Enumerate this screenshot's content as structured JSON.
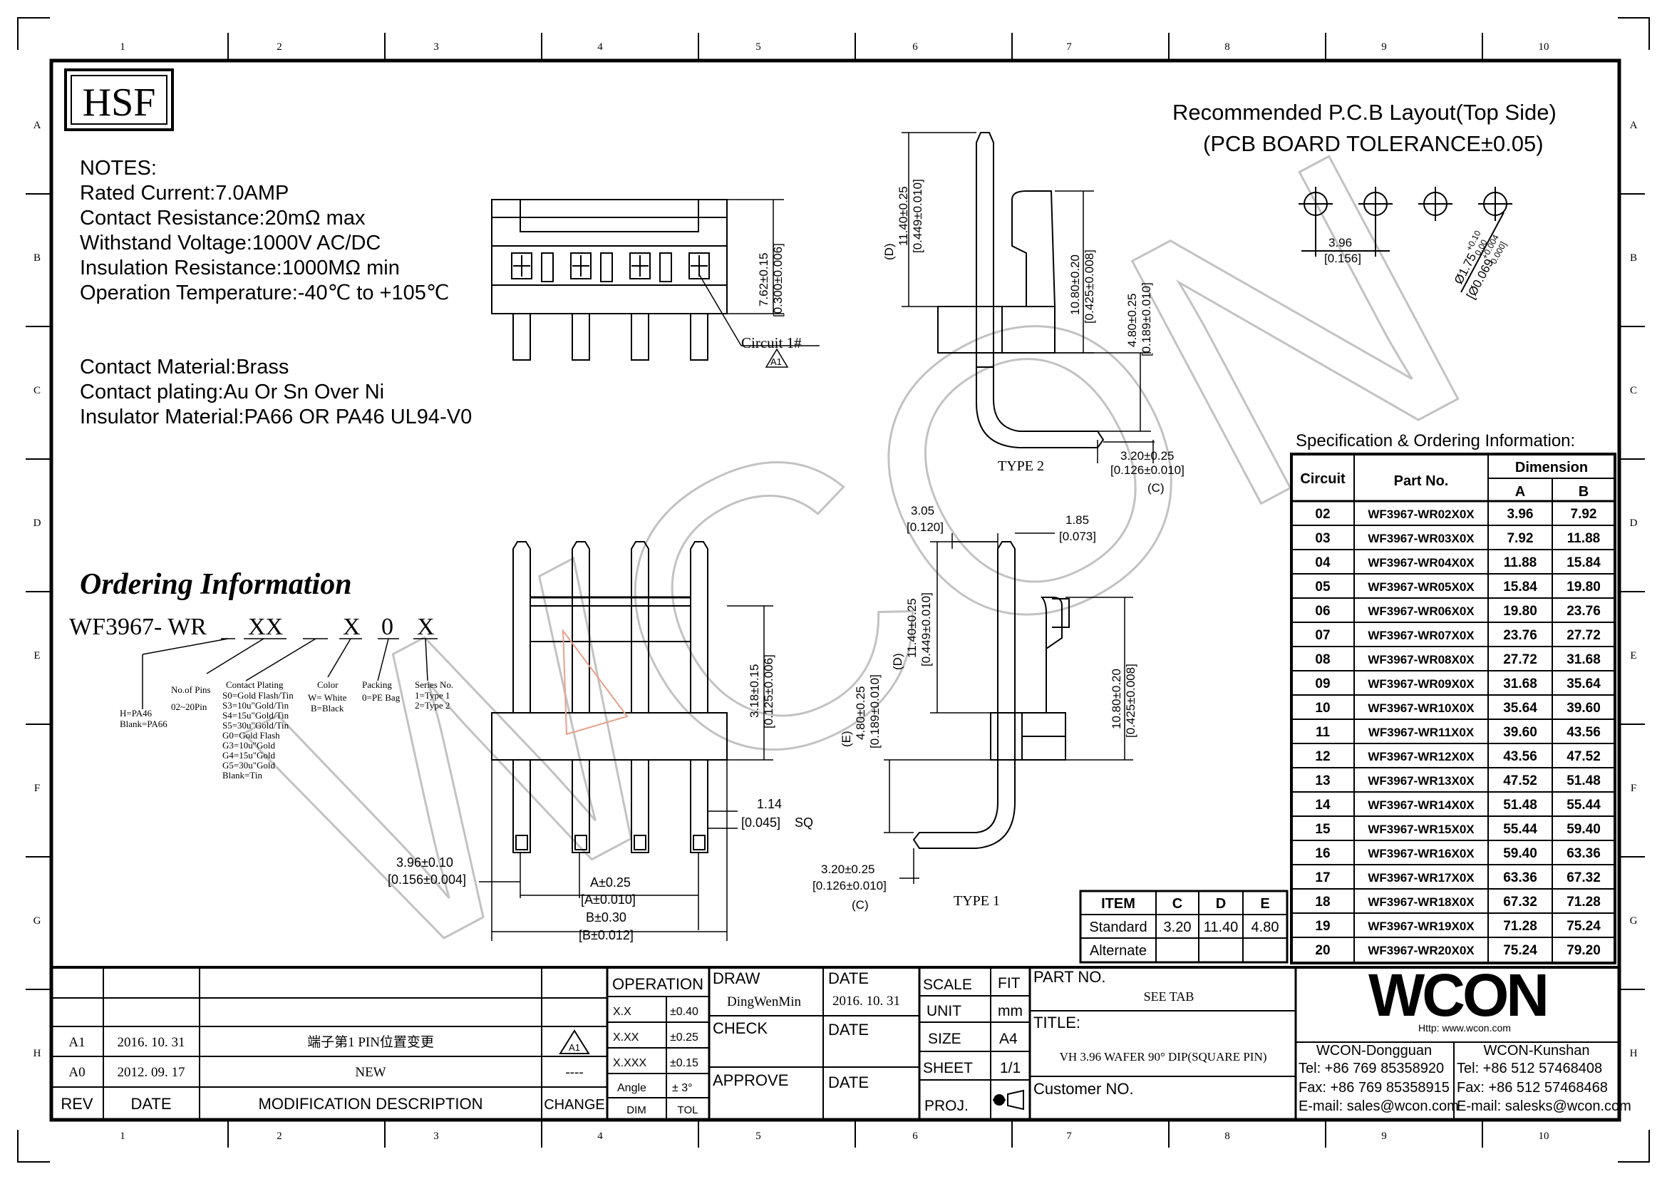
{
  "border": {
    "cols": [
      "1",
      "2",
      "3",
      "4",
      "5",
      "6",
      "7",
      "8",
      "9",
      "10"
    ],
    "rows": [
      "A",
      "B",
      "C",
      "D",
      "E",
      "F",
      "G",
      "H"
    ]
  },
  "logo": "HSF",
  "notes": {
    "heading": "NOTES:",
    "lines": [
      "Rated Current:7.0AMP",
      "Contact Resistance:20mΩ max",
      "Withstand Voltage:1000V AC/DC",
      "Insulation Resistance:1000MΩ min",
      "Operation Temperature:-40℃ to +105℃"
    ],
    "materials": [
      "Contact Material:Brass",
      "Contact plating:Au Or Sn Over Ni",
      "Insulator Material:PA66 OR PA46 UL94-V0"
    ]
  },
  "pcb_layout": {
    "title1": "Recommended P.C.B Layout(Top Side)",
    "title2": "(PCB BOARD TOLERANCE±0.05)",
    "pitch": "3.96",
    "pitch_in": "[0.156]",
    "hole": "Ø1.75",
    "hole_tol_p": "+0.10",
    "hole_tol_m": "0.00",
    "hole_in": "[Ø0.069",
    "hole_in_tol_p": "+0.004",
    "hole_in_tol_m": "0.000]"
  },
  "top_view": {
    "dim1": "7.62±0.15",
    "dim1_in": "[0.300±0.006]",
    "circuit_label": "Circuit 1#",
    "rev_mark": "A1"
  },
  "side_view_2": {
    "d_label": "(D)",
    "d_dim": "11.40±0.25",
    "d_dim_in": "[0.449±0.010]",
    "h_dim": "10.80±0.20",
    "h_dim_in": "[0.425±0.008]",
    "e_dim": "4.80±0.25",
    "e_dim_in": "[0.189±0.010]",
    "c_dim": "3.20±0.25",
    "c_dim_in": "[0.126±0.010]",
    "c_label": "(C)",
    "type_label": "TYPE 2"
  },
  "side_view_1": {
    "w_dim": "3.05",
    "w_dim_in": "[0.120]",
    "t_dim": "1.85",
    "t_dim_in": "[0.073]",
    "d_label": "(D)",
    "d_dim": "11.40±0.25",
    "d_dim_in": "[0.449±0.010]",
    "e_label": "(E)",
    "e_dim": "4.80±0.25",
    "e_dim_in": "[0.189±0.010]",
    "h_dim": "10.80±0.20",
    "h_dim_in": "[0.425±0.008]",
    "c_dim": "3.20±0.25",
    "c_dim_in": "[0.126±0.010]",
    "c_label": "(C)",
    "type_label": "TYPE 1"
  },
  "front_view": {
    "h_dim": "3.18±0.15",
    "h_dim_in": "[0.125±0.006]",
    "sq_dim": "1.14",
    "sq_dim_in": "[0.045]",
    "sq_unit": "SQ",
    "pitch_dim": "3.96±0.10",
    "pitch_dim_in": "[0.156±0.004]",
    "a_dim": "A±0.25",
    "a_dim_in": "[A±0.010]",
    "b_dim": "B±0.30",
    "b_dim_in": "[B±0.012]"
  },
  "ordering": {
    "title": "Ordering Information",
    "pn_prefix": "WF3967- WR",
    "pn_xx": "XX",
    "pn_x1": "X",
    "pn_0": "0",
    "pn_x2": "X",
    "h_lines": [
      "H=PA46",
      "Blank=PA66"
    ],
    "pins_lines": [
      "No.of Pins",
      "02~20Pin"
    ],
    "plating_lines": [
      "Contact Plating",
      "S0=Gold Flash/Tin",
      "S3=10u\"Gold/Tin",
      "S4=15u\"Gold/Tin",
      "S5=30u\"Gold/Tin",
      "G0=Gold Flash",
      "G3=10u\"Gold",
      "G4=15u\"Gold",
      "G5=30u\"Gold",
      "Blank=Tin"
    ],
    "color_lines": [
      "Color",
      "W= White",
      "B=Black"
    ],
    "packing_lines": [
      "Packing",
      "0=PE Bag"
    ],
    "series_lines": [
      "Series No.",
      "1=Type 1",
      "2=Type 2"
    ]
  },
  "spec": {
    "title": "Specification & Ordering Information:",
    "h_circuit": "Circuit",
    "h_part": "Part No.",
    "h_dim": "Dimension",
    "h_a": "A",
    "h_b": "B",
    "rows": [
      [
        "02",
        "WF3967-WR02X0X",
        "3.96",
        "7.92"
      ],
      [
        "03",
        "WF3967-WR03X0X",
        "7.92",
        "11.88"
      ],
      [
        "04",
        "WF3967-WR04X0X",
        "11.88",
        "15.84"
      ],
      [
        "05",
        "WF3967-WR05X0X",
        "15.84",
        "19.80"
      ],
      [
        "06",
        "WF3967-WR06X0X",
        "19.80",
        "23.76"
      ],
      [
        "07",
        "WF3967-WR07X0X",
        "23.76",
        "27.72"
      ],
      [
        "08",
        "WF3967-WR08X0X",
        "27.72",
        "31.68"
      ],
      [
        "09",
        "WF3967-WR09X0X",
        "31.68",
        "35.64"
      ],
      [
        "10",
        "WF3967-WR10X0X",
        "35.64",
        "39.60"
      ],
      [
        "11",
        "WF3967-WR11X0X",
        "39.60",
        "43.56"
      ],
      [
        "12",
        "WF3967-WR12X0X",
        "43.56",
        "47.52"
      ],
      [
        "13",
        "WF3967-WR13X0X",
        "47.52",
        "51.48"
      ],
      [
        "14",
        "WF3967-WR14X0X",
        "51.48",
        "55.44"
      ],
      [
        "15",
        "WF3967-WR15X0X",
        "55.44",
        "59.40"
      ],
      [
        "16",
        "WF3967-WR16X0X",
        "59.40",
        "63.36"
      ],
      [
        "17",
        "WF3967-WR17X0X",
        "63.36",
        "67.32"
      ],
      [
        "18",
        "WF3967-WR18X0X",
        "67.32",
        "71.28"
      ],
      [
        "19",
        "WF3967-WR19X0X",
        "71.28",
        "75.24"
      ],
      [
        "20",
        "WF3967-WR20X0X",
        "75.24",
        "79.20"
      ]
    ]
  },
  "item_table": {
    "h_item": "ITEM",
    "h_c": "C",
    "h_d": "D",
    "h_e": "E",
    "standard": "Standard",
    "std_c": "3.20",
    "std_d": "11.40",
    "std_e": "4.80",
    "alternate": "Alternate"
  },
  "revisions": {
    "rows": [
      {
        "rev": "A1",
        "date": "2016. 10. 31",
        "desc": "端子第1 PIN位置变更",
        "change": "A1"
      },
      {
        "rev": "A0",
        "date": "2012. 09. 17",
        "desc": "NEW",
        "change": "----"
      }
    ],
    "h_rev": "REV",
    "h_date": "DATE",
    "h_desc": "MODIFICATION  DESCRIPTION",
    "h_change": "CHANGE"
  },
  "tolerance": {
    "heading": "OPERATION",
    "rows": [
      [
        "X.X",
        "±0.40"
      ],
      [
        "X.XX",
        "±0.25"
      ],
      [
        "X.XXX",
        "±0.15"
      ],
      [
        "Angle",
        "± 3°"
      ]
    ],
    "h_dim": "DIM",
    "h_tol": "TOL"
  },
  "title_block": {
    "draw": "DRAW",
    "drawer": "DingWenMin",
    "date_label": "DATE",
    "draw_date": "2016. 10. 31",
    "check": "CHECK",
    "check_date_label": "DATE",
    "approve": "APPROVE",
    "approve_date_label": "DATE",
    "scale": "SCALE",
    "fit": "FIT",
    "unit": "UNIT",
    "unit_val": "mm",
    "size": "SIZE",
    "size_val": "A4",
    "sheet": "SHEET",
    "sheet_val": "1/1",
    "proj": "PROJ.",
    "part_no": "PART  NO.",
    "part_val": "SEE TAB",
    "title": "TITLE:",
    "title_val": "VH 3.96 WAFER 90° DIP(SQUARE PIN)",
    "customer": "Customer  NO."
  },
  "company": {
    "logo": "WCON",
    "url": "Http: www.wcon.com",
    "office1": "WCON-Dongguan",
    "tel1": "Tel: +86 769 85358920",
    "fax1": "Fax: +86 769 85358915",
    "mail1": "E-mail: sales@wcon.com",
    "office2": "WCON-Kunshan",
    "tel2": "Tel: +86 512 57468408",
    "fax2": "Fax: +86 512 57468468",
    "mail2": "E-mail: salesks@wcon.com"
  },
  "watermark": "WCON"
}
